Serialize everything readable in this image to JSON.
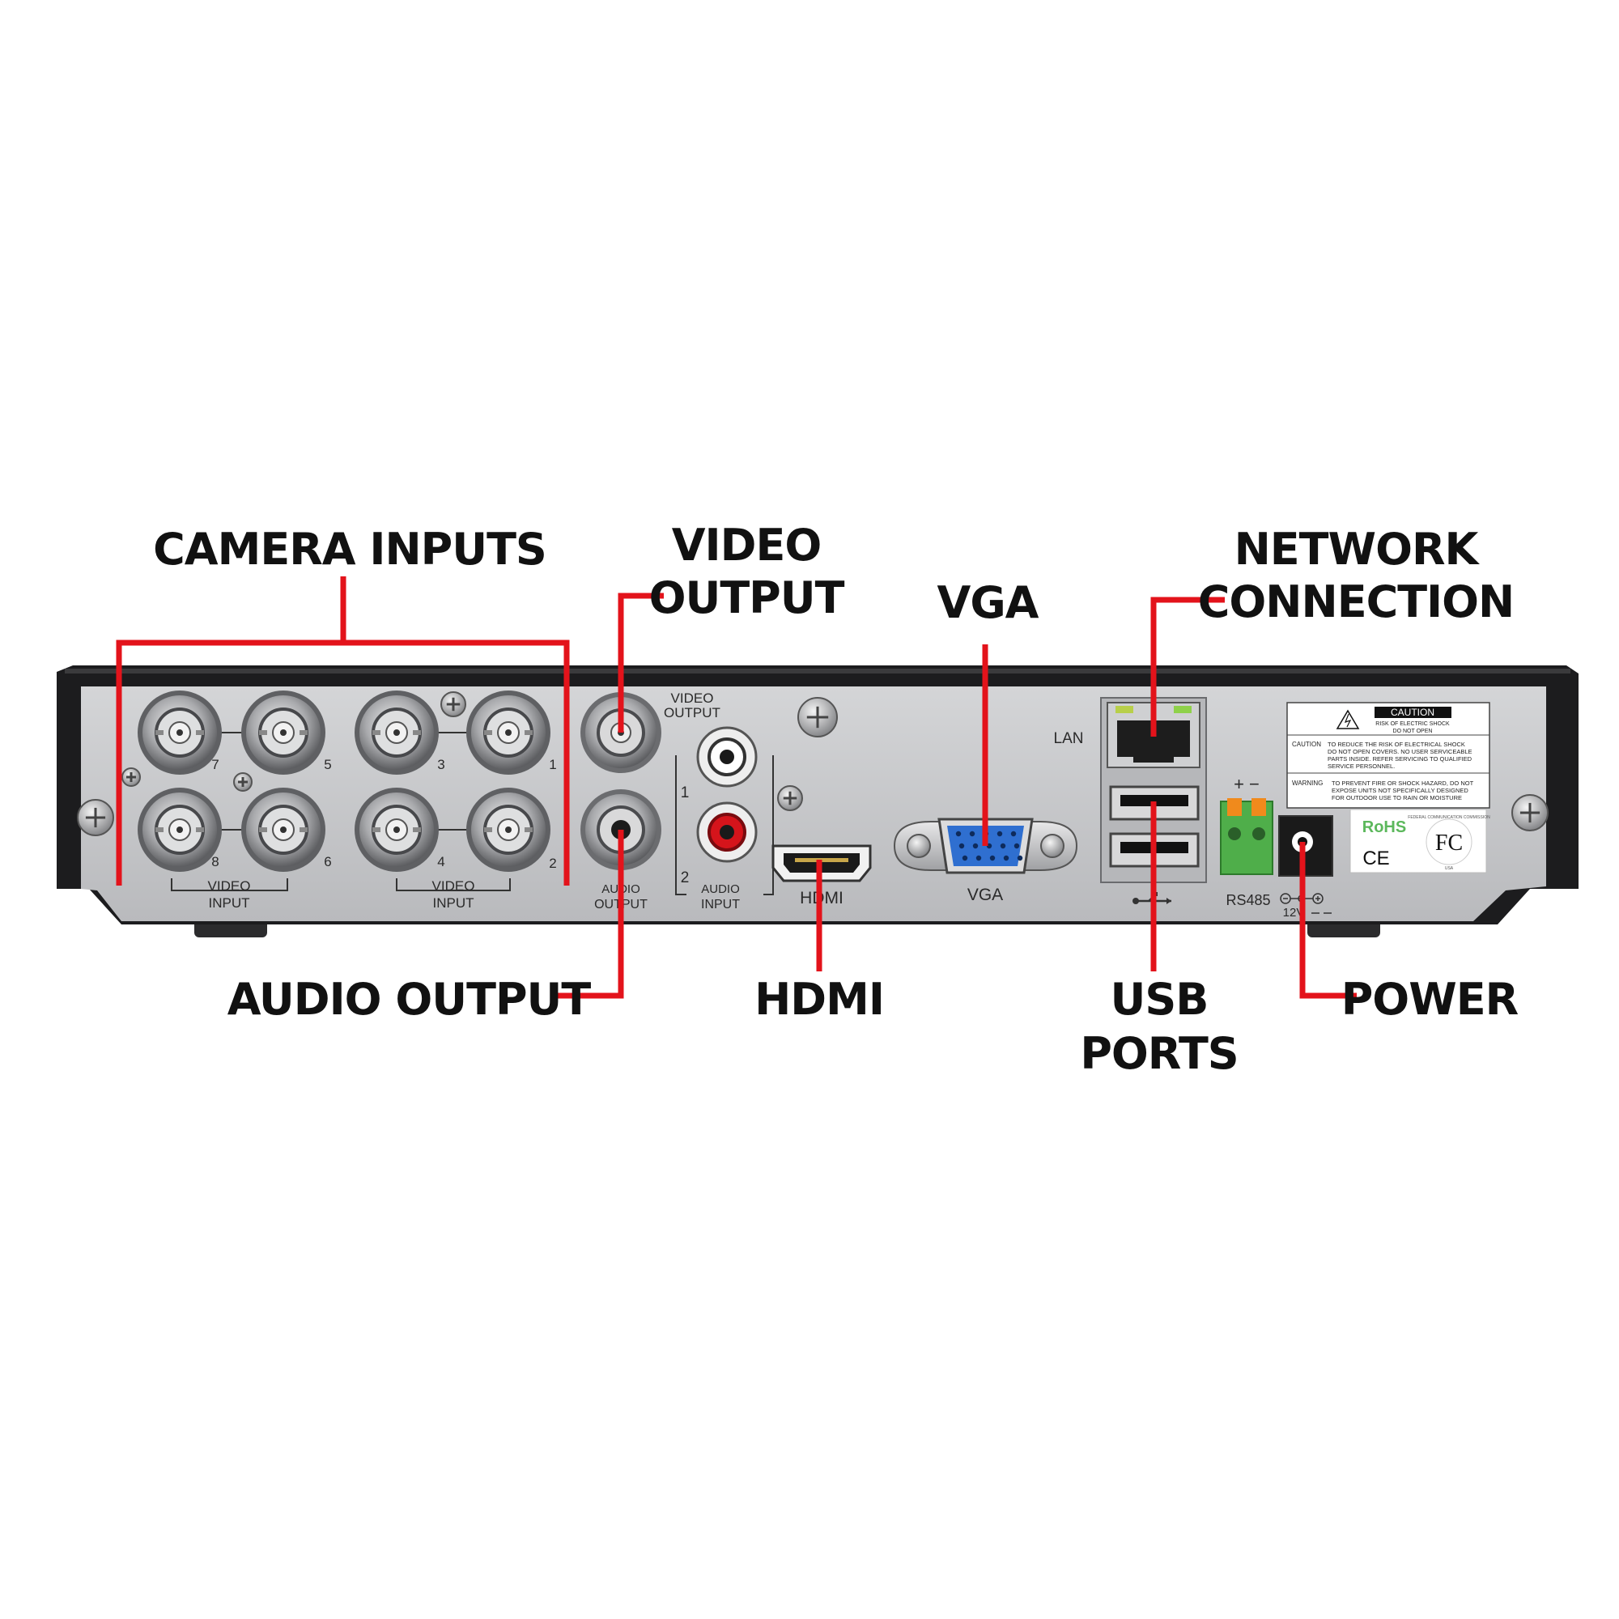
{
  "callouts": {
    "camera_inputs": "CAMERA INPUTS",
    "video_output_line1": "VIDEO",
    "video_output_line2": "OUTPUT",
    "vga": "VGA",
    "network_line1": "NETWORK",
    "network_line2": "CONNECTION",
    "audio_output": "AUDIO OUTPUT",
    "hdmi": "HDMI",
    "usb_line1": "USB",
    "usb_line2": "PORTS",
    "power": "POWER"
  },
  "panel": {
    "bnc_numbers": [
      "7",
      "5",
      "3",
      "1",
      "8",
      "6",
      "4",
      "2"
    ],
    "video_input_line1": "VIDEO",
    "video_input_line2": "INPUT",
    "video_output_line1": "VIDEO",
    "video_output_line2": "OUTPUT",
    "audio_output_line1": "AUDIO",
    "audio_output_line2": "OUTPUT",
    "audio_input_line1": "AUDIO",
    "audio_input_line2": "INPUT",
    "audio_in_1": "1",
    "audio_in_2": "2",
    "hdmi_label": "HDMI",
    "vga_label": "VGA",
    "lan_label": "LAN",
    "rs485_label": "RS485",
    "rs485_polarity": "+ −",
    "power_label": "12V",
    "caution_title": "CAUTION",
    "caution_sub1": "RISK OF ELECTRIC SHOCK",
    "caution_sub2": "DO NOT OPEN",
    "caution_word": "CAUTION",
    "caution_text": [
      "TO REDUCE THE RISK OF ELECTRICAL SHOCK",
      "DO NOT OPEN COVERS. NO USER SERVICEABLE",
      "PARTS INSIDE. REFER SERVICING TO QUALIFIED",
      "SERVICE PERSONNEL."
    ],
    "warning_word": "WARNING",
    "warning_text": [
      "TO PREVENT FIRE OR SHOCK HAZARD, DO NOT",
      "EXPOSE UNITS NOT SPECIFICALLY DESIGNED",
      "FOR OUTDOOR USE TO RAIN OR MOISTURE"
    ],
    "rohs": "RoHS",
    "ce": "CE",
    "fc": "FC",
    "fcc_ring": "FEDERAL COMMUNICATION COMMISSION",
    "usa": "USA"
  },
  "colors": {
    "callout_line": "#e3131b",
    "chassis": "#1c1c1e",
    "panel": "#c9cacc",
    "rohs_green": "#5cb85c",
    "terminal_green": "#4fae4a",
    "terminal_orange": "#f08a1c",
    "vga_blue": "#2f6fd0"
  }
}
